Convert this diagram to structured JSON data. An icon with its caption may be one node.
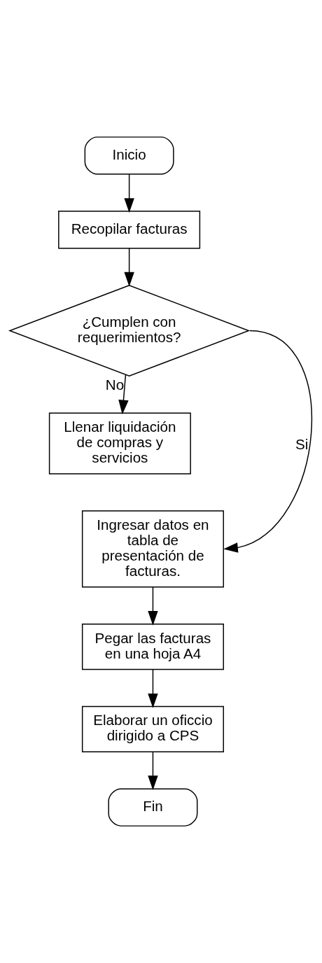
{
  "diagram": {
    "nodes": [
      {
        "text": [
          "Inicio"
        ]
      },
      {
        "text": [
          "Recopilar facturas"
        ]
      },
      {
        "text": [
          "¿Cumplen con requerimientos?"
        ]
      },
      {
        "text": [
          "Llenar liquidación de compras y servicios"
        ]
      },
      {
        "text": [
          "Ingresar datos en tabla de presentación de facturas."
        ]
      },
      {
        "text": [
          "Pegar las facturas en una hoja A4"
        ]
      },
      {
        "text": [
          "Elaborar un oficcio dirigido a CPS"
        ]
      },
      {
        "text": [
          "Fin"
        ]
      }
    ],
    "edges": [
      {
        "from": 0,
        "to": 1,
        "arrow": "to"
      },
      {
        "from": 1,
        "to": 2,
        "arrow": "to"
      },
      {
        "from": 2,
        "to": 3,
        "arrow": "to",
        "label": "No"
      },
      {
        "from": 2,
        "to": 4,
        "arrow": "to",
        "label": "Si"
      },
      {
        "from": 4,
        "to": 5,
        "arrow": "to"
      },
      {
        "from": 5,
        "to": 6,
        "arrow": "to"
      },
      {
        "from": 6,
        "to": 7,
        "arrow": "to"
      }
    ]
  }
}
